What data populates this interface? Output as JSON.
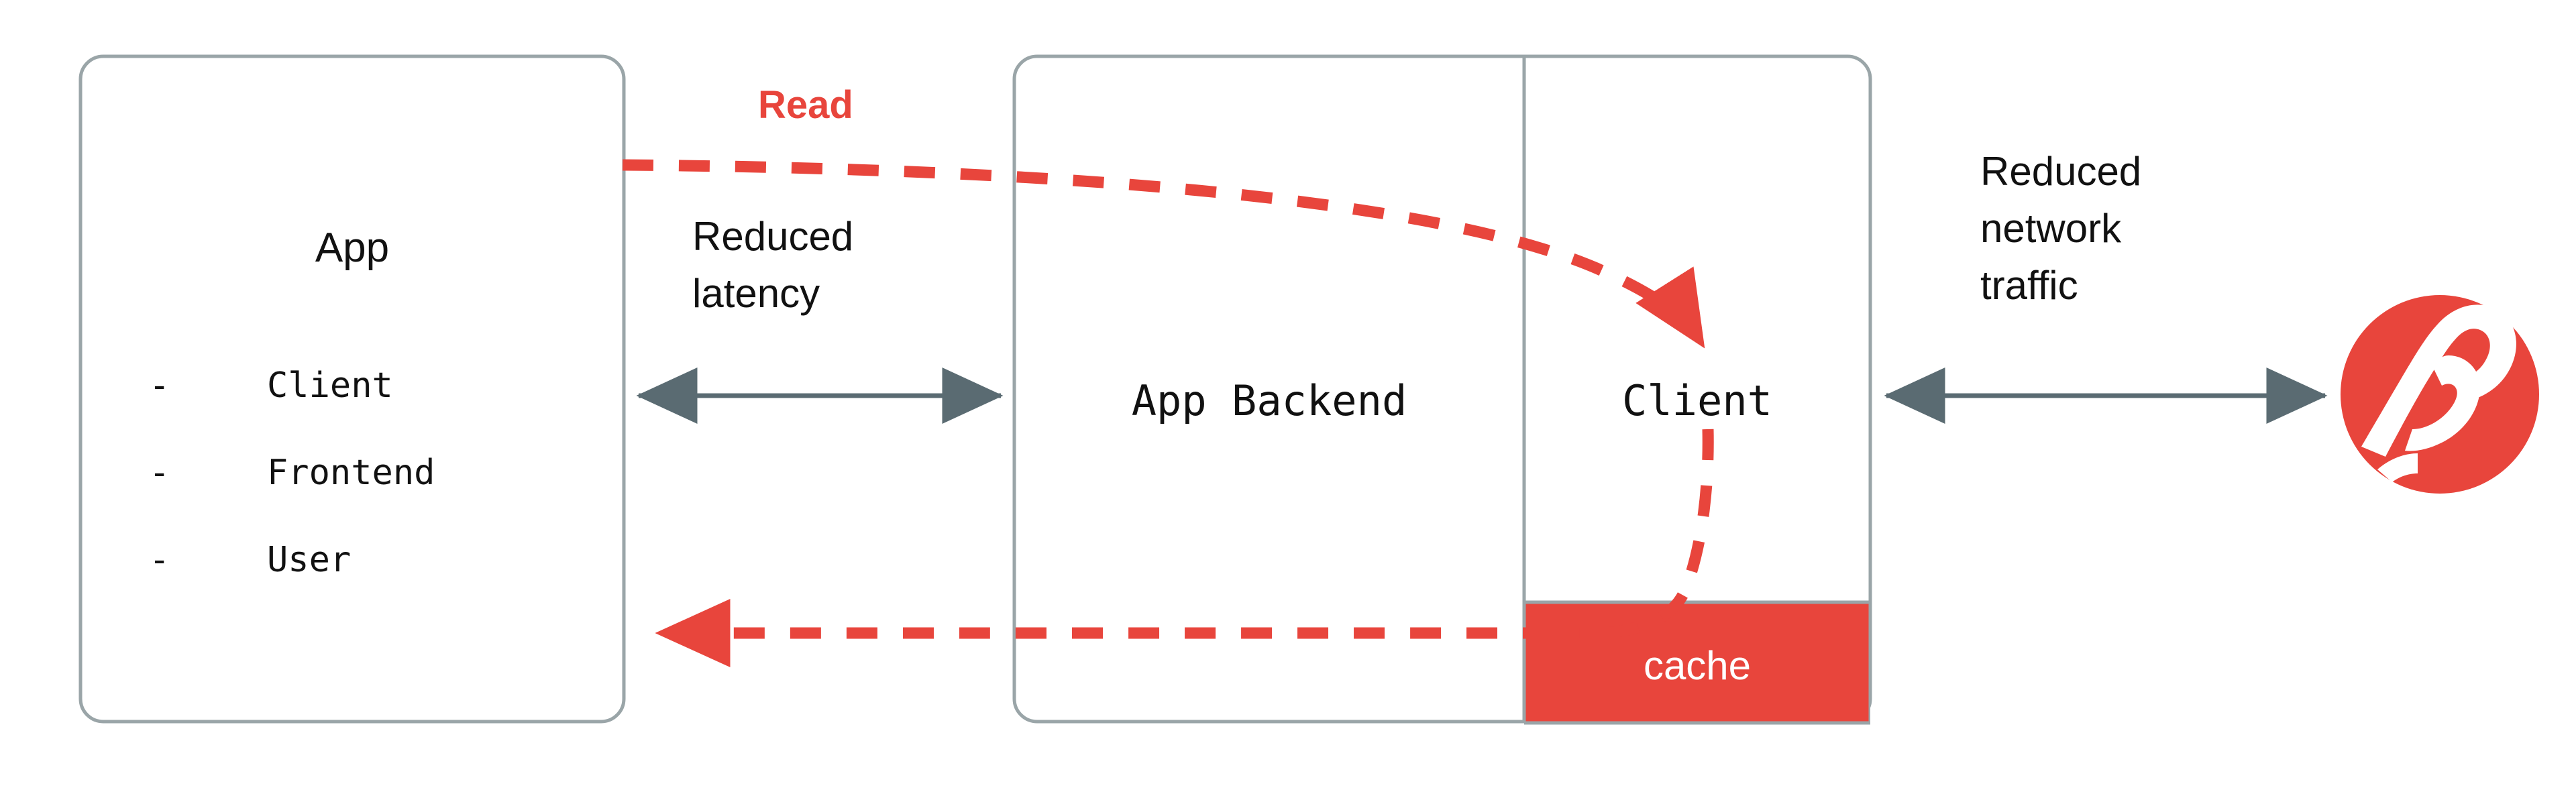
{
  "diagram": {
    "title_semantics": "client-side caching architecture",
    "colors": {
      "accent_red": "#E8453C",
      "box_border": "#9AA5A8",
      "arrow_gray": "#5A6B72",
      "text_black": "#111111",
      "white": "#FFFFFF"
    },
    "nodes": {
      "app": {
        "label": "App",
        "bullet_marker": "-",
        "items": [
          {
            "label": "Client"
          },
          {
            "label": "Frontend"
          },
          {
            "label": "User"
          }
        ]
      },
      "app_backend": {
        "label": "App Backend"
      },
      "client": {
        "label": "Client"
      },
      "cache": {
        "label": "cache"
      },
      "redis": {
        "label": "redis-logo"
      }
    },
    "annotations": {
      "read": "Read",
      "reduced_latency_line1": "Reduced",
      "reduced_latency_line2": "latency",
      "reduced_network_line1": "Reduced",
      "reduced_network_line2": "network",
      "reduced_network_line3": "traffic"
    },
    "connectors": {
      "app_to_backend": "bidirectional-gray-arrow",
      "client_to_redis": "bidirectional-gray-arrow",
      "read_request": "red-dashed-curve-arrow",
      "read_response": "red-dashed-return-arrow"
    }
  }
}
